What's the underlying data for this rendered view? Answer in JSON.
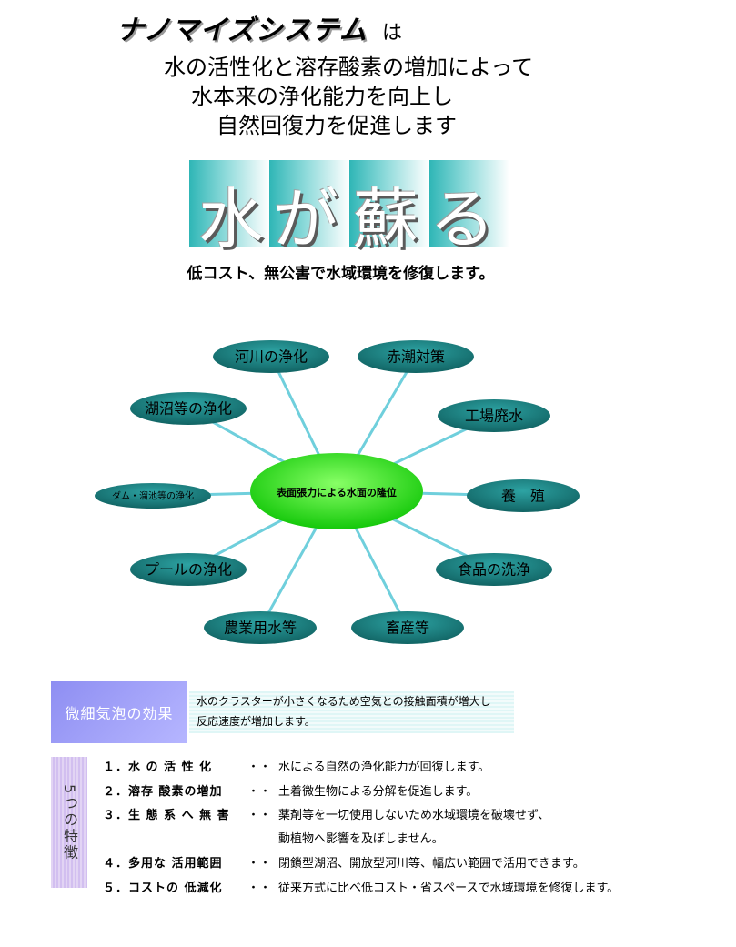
{
  "header": {
    "brand": "ナノマイズシステム",
    "brand_suffix": "は",
    "lines": [
      "水の活性化と溶存酸素の増加によって",
      "水本来の浄化能力を向上し",
      "自然回復力を促進します"
    ]
  },
  "banner": {
    "chars": [
      "水",
      "が",
      "蘇",
      "る"
    ],
    "tile_color": "#2fb6b6"
  },
  "subtitle": "低コスト、無公害で水域環境を修復します。",
  "diagram": {
    "center": "表面張力による水面の隆位",
    "center_color": "#22dd11",
    "node_color": "#1f8a8a",
    "spoke_color": "#6fcfdc",
    "nodes": [
      "河川の浄化",
      "赤潮対策",
      "湖沼等の浄化",
      "工場廃水",
      "ダム・溜池等の浄化",
      "養　殖",
      "プールの浄化",
      "食品の洗浄",
      "農業用水等",
      "畜産等"
    ]
  },
  "effect": {
    "label": "微細気泡の効果",
    "lines": [
      "水のクラスターが小さくなるため空気との接触面積が増大し",
      "反応速度が増加します。"
    ]
  },
  "features": {
    "label": "5つの特徴",
    "dots": "・・",
    "items": [
      {
        "num": "１．水 の 活 性 化",
        "desc": "水による自然の浄化能力が回復します。"
      },
      {
        "num": "２．溶存 酸素の増加",
        "desc": "土着微生物による分解を促進します。"
      },
      {
        "num": "３．生 態 系 へ 無 害",
        "desc": "薬剤等を一切使用しないため水域環境を破壊せず、"
      },
      {
        "num": "",
        "desc": "動植物へ影響を及ぼしません。"
      },
      {
        "num": "４．多用な 活用範囲",
        "desc": "閉鎖型湖沼、開放型河川等、幅広い範囲で活用できます。"
      },
      {
        "num": "５．コストの 低減化",
        "desc": "従来方式に比べ低コスト・省スペースで水域環境を修復します。"
      }
    ]
  }
}
